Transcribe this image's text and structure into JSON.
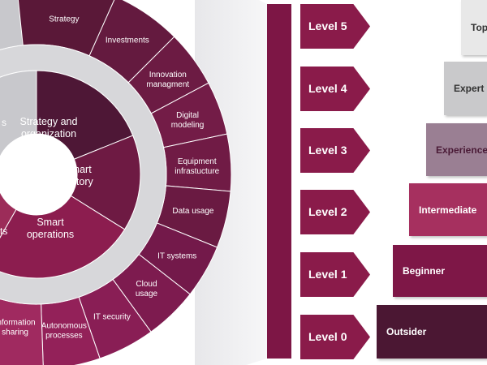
{
  "wheel": {
    "outer_segments": [
      {
        "label": [
          "Strategy"
        ]
      },
      {
        "label": [
          "Investments"
        ]
      },
      {
        "label": [
          "Innovation",
          "managment"
        ]
      },
      {
        "label": [
          "Digital",
          "modeling"
        ]
      },
      {
        "label": [
          "Equipment",
          "infrastucture"
        ]
      },
      {
        "label": [
          "Data usage"
        ]
      },
      {
        "label": [
          "IT systems"
        ]
      },
      {
        "label": [
          "Cloud",
          "usage"
        ]
      },
      {
        "label": [
          "IT security"
        ]
      },
      {
        "label": [
          "Autonomous",
          "processes"
        ]
      },
      {
        "label": [
          "Information",
          "sharing"
        ]
      }
    ],
    "inner_segments": [
      {
        "label": [
          "Strategy and",
          "organization"
        ]
      },
      {
        "label": [
          "Smart",
          "factory"
        ]
      },
      {
        "label": [
          "Smart",
          "operations"
        ]
      }
    ],
    "left_partial": {
      "upper": "s",
      "lower": "ts"
    }
  },
  "levels": [
    {
      "label": "Level 5"
    },
    {
      "label": "Level 4"
    },
    {
      "label": "Level 3"
    },
    {
      "label": "Level  2"
    },
    {
      "label": "Level 1"
    },
    {
      "label": "Level 0"
    }
  ],
  "tiers": [
    {
      "label": "Top",
      "color": "#e8e8e8",
      "text_color": "#333333"
    },
    {
      "label": "Expert",
      "color": "#c9c9cb",
      "text_color": "#333333"
    },
    {
      "label": "Experience",
      "color": "#9a7f93",
      "text_color": "#4a1a36"
    },
    {
      "label": "Intermediate",
      "color": "#a6305f",
      "text_color": "#ffffff"
    },
    {
      "label": "Beginner",
      "color": "#7e1747",
      "text_color": "#ffffff"
    },
    {
      "label": "Outsider",
      "color": "#4b1733",
      "text_color": "#ffffff"
    }
  ],
  "colors": {
    "accent": "#8a1b4a",
    "dark": "#4e1736",
    "outer_ring": "#6d1540",
    "gray_ring": "#d3d3d6"
  }
}
